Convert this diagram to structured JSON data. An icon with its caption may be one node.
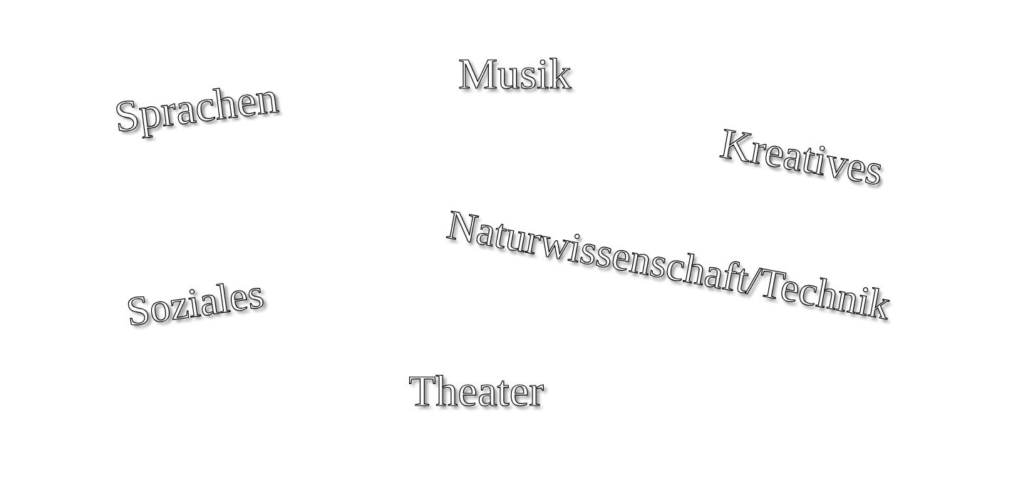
{
  "diagram": {
    "labels": [
      "Musik",
      "Sprachen",
      "Kreatives",
      "Naturwissenschaft/Technik",
      "Soziales",
      "Theater"
    ]
  }
}
